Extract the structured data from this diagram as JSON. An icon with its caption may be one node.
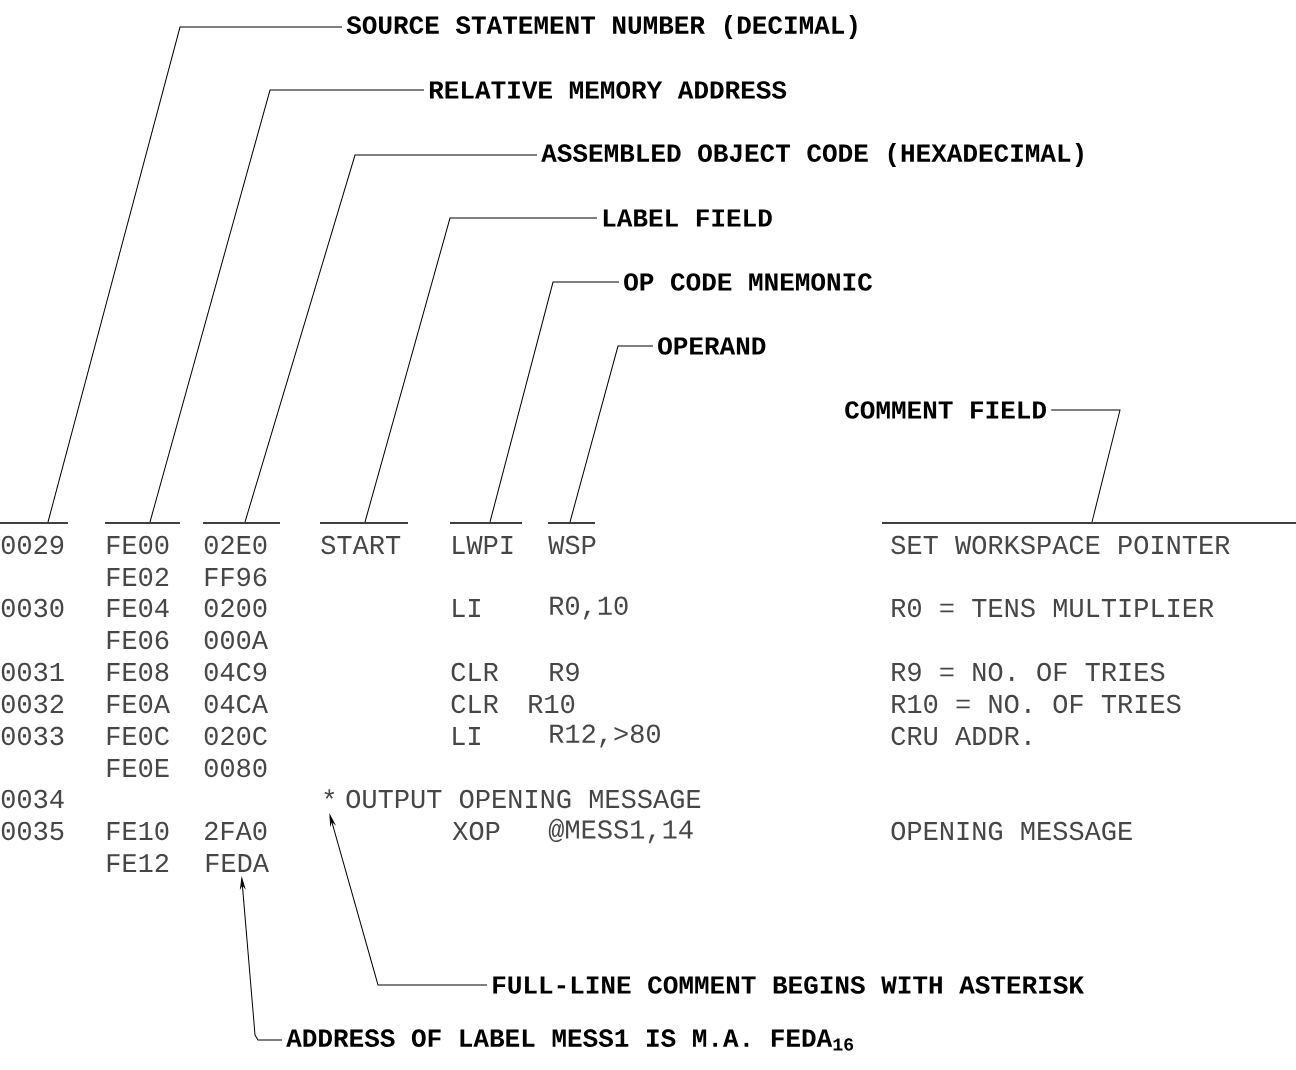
{
  "diagram": {
    "nodes": [
      {
        "text": [
          "SOURCE STATEMENT NUMBER (DECIMAL)"
        ]
      },
      {
        "text": [
          "RELATIVE MEMORY ADDRESS"
        ]
      },
      {
        "text": [
          "ASSEMBLED OBJECT CODE (HEXADECIMAL)"
        ]
      },
      {
        "text": [
          "LABEL FIELD"
        ]
      },
      {
        "text": [
          "OP CODE MNEMONIC"
        ]
      },
      {
        "text": [
          "OPERAND"
        ]
      },
      {
        "text": [
          "COMMENT FIELD"
        ]
      },
      {
        "text": [],
        "shape": "bar"
      },
      {
        "text": [],
        "shape": "bar"
      },
      {
        "text": [],
        "shape": "bar"
      },
      {
        "text": [],
        "shape": "bar"
      },
      {
        "text": [],
        "shape": "bar"
      },
      {
        "text": [],
        "shape": "bar"
      },
      {
        "text": [],
        "shape": "bar"
      },
      {
        "text": [
          "FULL-LINE COMMENT BEGINS WITH ASTERISK"
        ]
      },
      {
        "text": [
          "ADDRESS OF LABEL MESS1 IS M.A. FEDA$_{16}$"
        ]
      },
      {
        "text": [
          "*"
        ]
      },
      {
        "text": [
          "FEDA"
        ]
      }
    ],
    "edges": [
      {
        "from": 0,
        "to": 7,
        "arrow": "none"
      },
      {
        "from": 1,
        "to": 8,
        "arrow": "none"
      },
      {
        "from": 2,
        "to": 9,
        "arrow": "none"
      },
      {
        "from": 3,
        "to": 10,
        "arrow": "none"
      },
      {
        "from": 4,
        "to": 11,
        "arrow": "none"
      },
      {
        "from": 5,
        "to": 12,
        "arrow": "none"
      },
      {
        "from": 6,
        "to": 13,
        "arrow": "none"
      },
      {
        "from": 14,
        "to": 16,
        "arrow": "to"
      },
      {
        "from": 15,
        "to": 17,
        "arrow": "to"
      }
    ],
    "labels": [
      "0029",
      "FE00",
      "02E0",
      "START",
      "LWPI",
      "WSP",
      "SET WORKSPACE POINTER",
      "FE02",
      "FF96",
      "0030",
      "FE04",
      "0200",
      "LI",
      "R0,10",
      "R0 = TENS MULTIPLIER",
      "FE06",
      "000A",
      "0031",
      "FE08",
      "04C9",
      "CLR",
      "R9",
      "R9 = NO. OF TRIES",
      "0032",
      "FE0A",
      "04CA",
      "CLR",
      "R10",
      "R10 = NO. OF TRIES",
      "0033",
      "FE0C",
      "020C",
      "LI",
      "R12,>80",
      "CRU ADDR.",
      "FE0E",
      "0080",
      "0034",
      "OUTPUT OPENING MESSAGE",
      "0035",
      "FE10",
      "2FA0",
      "XOP",
      "@MESS1,14",
      "OPENING MESSAGE",
      "FE12"
    ]
  }
}
